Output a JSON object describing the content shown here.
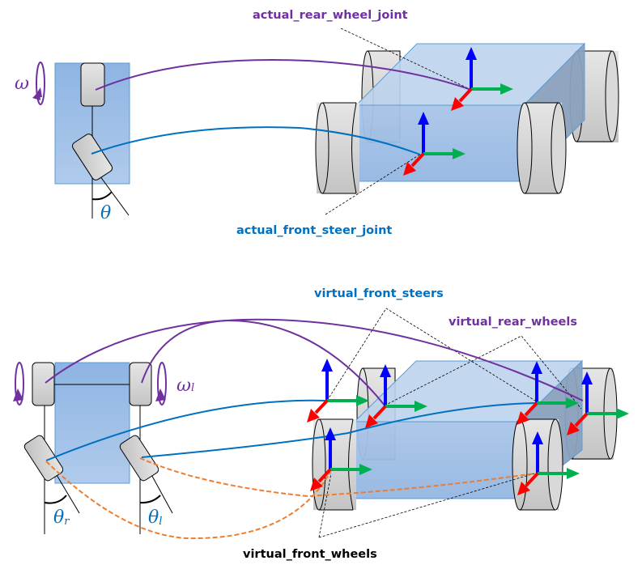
{
  "colors": {
    "purple": "#7030a0",
    "blue_link": "#0070c0",
    "orange": "#ed7d31",
    "axis_x": "#00b050",
    "axis_y": "#ff0000",
    "axis_z": "#0000ff",
    "chassis_top": "#bdd3ec",
    "chassis_front": "#9dbde5",
    "chassis_side": "#8aa1bd",
    "chassis_stroke": "#5b9bd5",
    "wheel_fill": "#d9d9d9",
    "text_dark": "#000000"
  },
  "top_diagram": {
    "labels": {
      "rear_joint": "actual_rear_wheel_joint",
      "front_joint": "actual_front_steer_joint"
    },
    "symbols": {
      "omega": "ω",
      "theta": "θ"
    }
  },
  "bottom_diagram": {
    "labels": {
      "front_steers": "virtual_front_steers",
      "rear_wheels": "virtual_rear_wheels",
      "front_wheels": "virtual_front_wheels"
    },
    "symbols": {
      "omega": "ω",
      "omega_sub": "l",
      "theta_r": "θ",
      "theta_r_sub": "r",
      "theta_l": "θ",
      "theta_l_sub": "l"
    }
  }
}
